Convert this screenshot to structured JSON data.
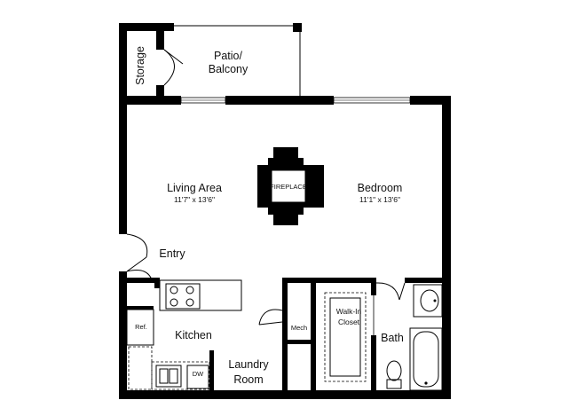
{
  "rooms": {
    "patio_line1": "Patio/",
    "patio_line2": "Balcony",
    "storage": "Storage",
    "living": "Living Area",
    "living_dim": "11'7\" x 13'6\"",
    "fireplace": "FIREPLACE",
    "bedroom": "Bedroom",
    "bedroom_dim": "11'1\" x 13'6\"",
    "entry": "Entry",
    "kitchen": "Kitchen",
    "ref": "Ref.",
    "dw": "DW",
    "laundry_line1": "Laundry",
    "laundry_line2": "Room",
    "mech": "Mech",
    "closet_line1": "Walk-In",
    "closet_line2": "Closet",
    "bath": "Bath"
  }
}
